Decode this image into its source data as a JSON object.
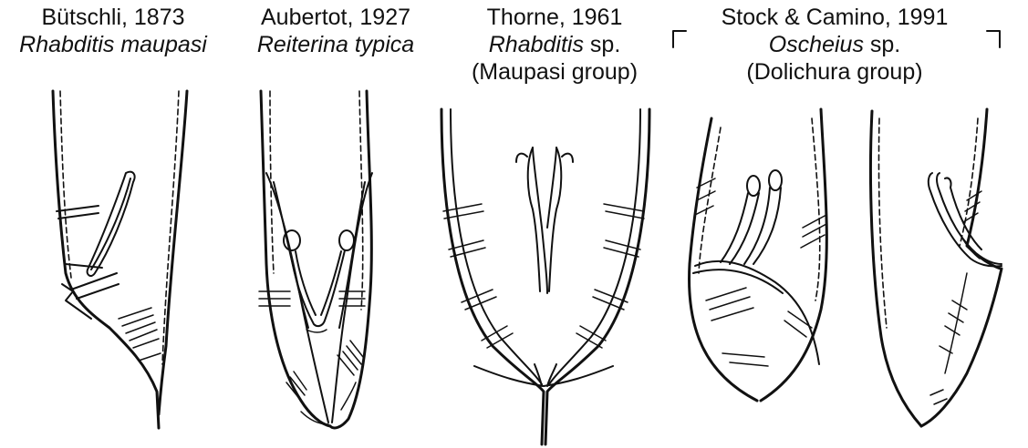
{
  "panels": [
    {
      "author": "Bütschli, 1873",
      "taxon": "Rhabditis maupasi",
      "taxon_suffix": "",
      "group": ""
    },
    {
      "author": "Aubertot, 1927",
      "taxon": "Reiterina typica",
      "taxon_suffix": "",
      "group": ""
    },
    {
      "author": "Thorne, 1961",
      "taxon": "Rhabditis",
      "taxon_suffix": " sp.",
      "group": "(Maupasi group)"
    },
    {
      "author": "Stock & Camino, 1991",
      "taxon": "Oscheius",
      "taxon_suffix": " sp.",
      "group": "(Dolichura group)"
    }
  ],
  "stroke_color": "#111111",
  "background": "#ffffff"
}
